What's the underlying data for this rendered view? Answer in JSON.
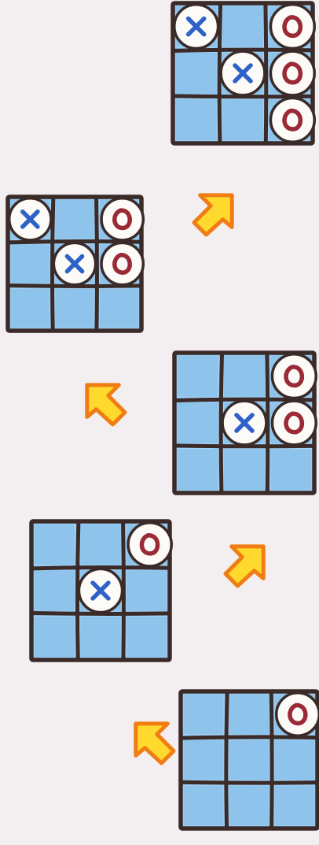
{
  "diagram": {
    "colors": {
      "background": "#f3eff0",
      "cell": "#8ec4ec",
      "grid_line": "#3a2a28",
      "token_fill": "#fdfbf7",
      "x_mark": "#2f62c8",
      "o_mark": "#9a2a36",
      "arrow_fill": "#ffd92e",
      "arrow_outline": "#f07d14"
    },
    "boards": [
      {
        "id": "board-1",
        "step": 1,
        "cells": [
          "",
          "",
          "O",
          "",
          "",
          "",
          "",
          "",
          ""
        ]
      },
      {
        "id": "board-2",
        "step": 2,
        "cells": [
          "",
          "",
          "O",
          "",
          "X",
          "",
          "",
          "",
          ""
        ]
      },
      {
        "id": "board-3",
        "step": 3,
        "cells": [
          "",
          "",
          "O",
          "",
          "X",
          "O",
          "",
          "",
          ""
        ]
      },
      {
        "id": "board-4",
        "step": 4,
        "cells": [
          "X",
          "",
          "O",
          "",
          "X",
          "O",
          "",
          "",
          ""
        ]
      },
      {
        "id": "board-5",
        "step": 5,
        "cells": [
          "X",
          "",
          "O",
          "",
          "X",
          "O",
          "",
          "",
          "O"
        ]
      }
    ],
    "arrows": [
      {
        "id": "arrow-1",
        "direction": "up-left",
        "from": "board-1",
        "to": "board-2"
      },
      {
        "id": "arrow-2",
        "direction": "up-right",
        "from": "board-2",
        "to": "board-3"
      },
      {
        "id": "arrow-3",
        "direction": "up-left",
        "from": "board-3",
        "to": "board-4"
      },
      {
        "id": "arrow-4",
        "direction": "up-right",
        "from": "board-4",
        "to": "board-5"
      }
    ]
  }
}
